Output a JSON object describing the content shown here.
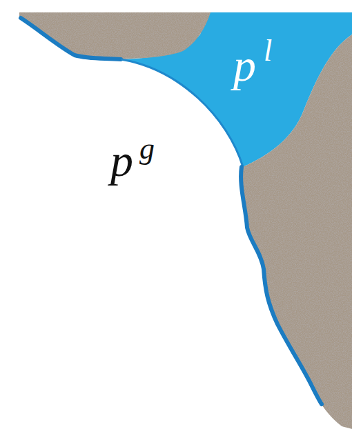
{
  "diagram": {
    "labels": [
      "p",
      "l",
      "p",
      "g"
    ]
  }
}
